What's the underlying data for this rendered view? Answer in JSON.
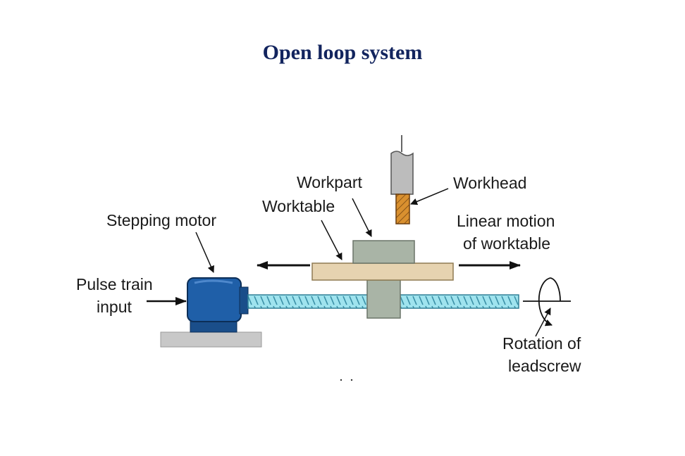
{
  "title": "Open loop system",
  "labels": {
    "stepping_motor": "Stepping motor",
    "pulse_train_line1": "Pulse train",
    "pulse_train_line2": "input",
    "workpart": "Workpart",
    "worktable": "Worktable",
    "workhead": "Workhead",
    "linear_motion_line1": "Linear motion",
    "linear_motion_line2": "of worktable",
    "rotation_line1": "Rotation of",
    "rotation_line2": "leadscrew"
  },
  "colors": {
    "title": "#12245e",
    "motor": "#1f5fa8",
    "leadscrew": "#9fe3ee",
    "worktable": "#e6d3b0",
    "workpart": "#a9b4a6",
    "base": "#c8c8c8",
    "tool": "#d9902f"
  }
}
